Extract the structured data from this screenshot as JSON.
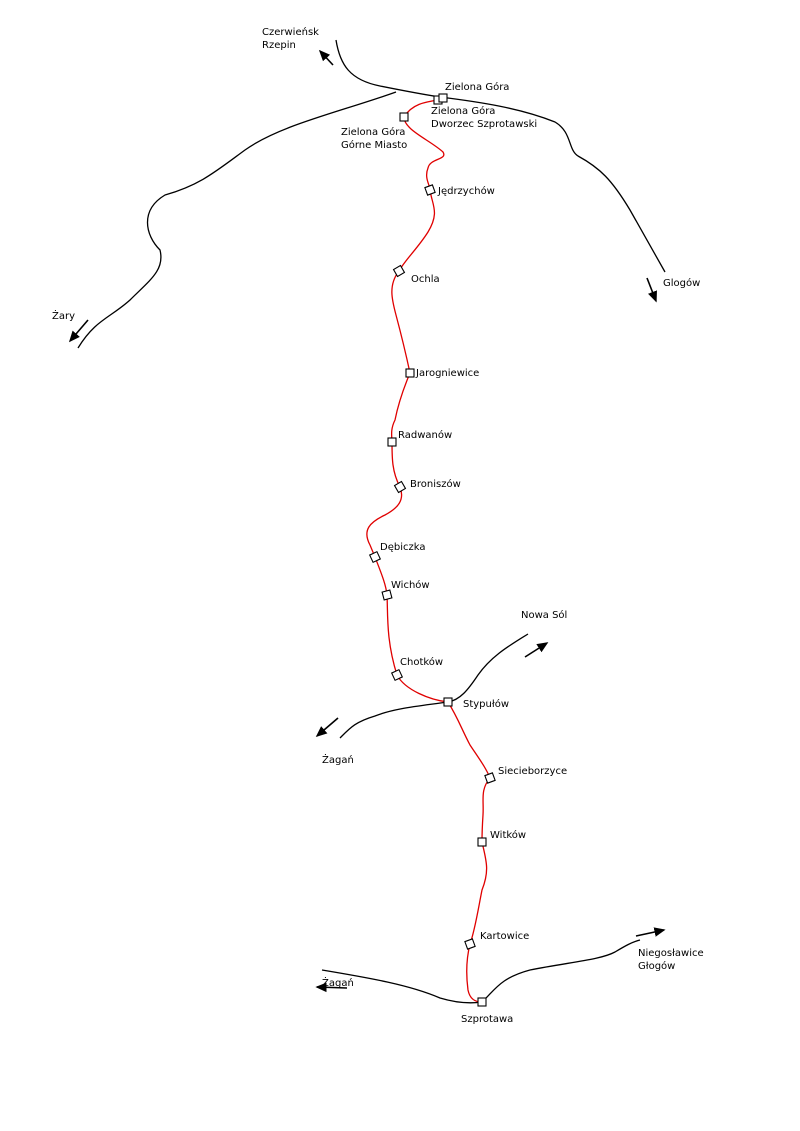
{
  "colors": {
    "line": "#e00000",
    "other_lines": "#000000"
  },
  "stations": [
    {
      "id": "zg",
      "label": "Zielona Góra"
    },
    {
      "id": "zgds",
      "label1": "Zielona Góra",
      "label2": "Dworzec Szprotawski"
    },
    {
      "id": "zggm",
      "label1": "Zielona Góra",
      "label2": "Górne Miasto"
    },
    {
      "id": "jedrzychow",
      "label": "Jędrzychów"
    },
    {
      "id": "ochla",
      "label": "Ochla"
    },
    {
      "id": "jarogniewice",
      "label": "Jarogniewice"
    },
    {
      "id": "radwanow",
      "label": "Radwanów"
    },
    {
      "id": "broniszow",
      "label": "Broniszów"
    },
    {
      "id": "debiczka",
      "label": "Dębiczka"
    },
    {
      "id": "wichow",
      "label": "Wichów"
    },
    {
      "id": "chotkow",
      "label": "Chotków"
    },
    {
      "id": "stypulow",
      "label": "Stypułów"
    },
    {
      "id": "siecieborzyce",
      "label": "Siecieborzyce"
    },
    {
      "id": "witkow",
      "label": "Witków"
    },
    {
      "id": "kartowice",
      "label": "Kartowice"
    },
    {
      "id": "szprotawa",
      "label": "Szprotawa"
    }
  ],
  "directions": {
    "czerwiensk": {
      "label1": "Czerwieńsk",
      "label2": "Rzepin"
    },
    "glogow_n": "Glogów",
    "zary": "Żary",
    "nowa_sol": "Nowa Sól",
    "zagan_1": "Żagań",
    "zagan_2": "Żagań",
    "niegoslawice": {
      "label1": "Niegosławice",
      "label2": "Głogów"
    }
  }
}
